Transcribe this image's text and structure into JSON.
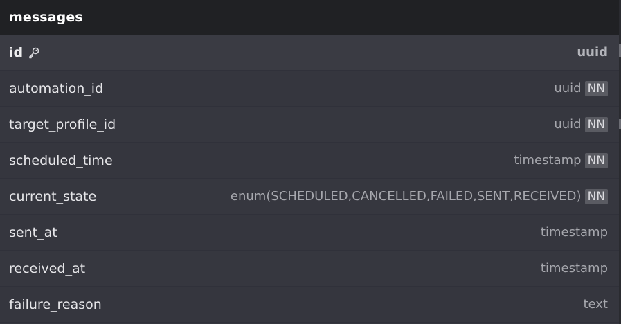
{
  "table": {
    "name": "messages",
    "not_null_badge": "NN",
    "columns": [
      {
        "name": "id",
        "type": "uuid",
        "primary_key": true,
        "not_null": false
      },
      {
        "name": "automation_id",
        "type": "uuid",
        "primary_key": false,
        "not_null": true
      },
      {
        "name": "target_profile_id",
        "type": "uuid",
        "primary_key": false,
        "not_null": true
      },
      {
        "name": "scheduled_time",
        "type": "timestamp",
        "primary_key": false,
        "not_null": true
      },
      {
        "name": "current_state",
        "type": "enum(SCHEDULED,CANCELLED,FAILED,SENT,RECEIVED)",
        "primary_key": false,
        "not_null": true
      },
      {
        "name": "sent_at",
        "type": "timestamp",
        "primary_key": false,
        "not_null": false
      },
      {
        "name": "received_at",
        "type": "timestamp",
        "primary_key": false,
        "not_null": false
      },
      {
        "name": "failure_reason",
        "type": "text",
        "primary_key": false,
        "not_null": false
      }
    ]
  },
  "icons": {
    "primary_key": "key-icon"
  },
  "colors": {
    "header_bg": "#202124",
    "row_bg": "#36373f",
    "badge_bg": "#5a5b62"
  }
}
